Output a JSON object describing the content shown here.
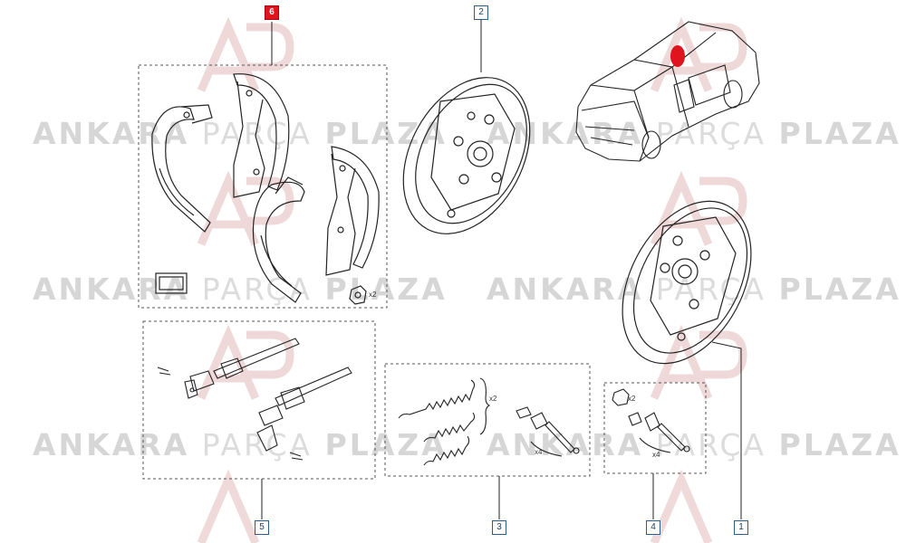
{
  "watermark": {
    "words": [
      "ANKARA",
      "PARÇA",
      "PLAZA"
    ],
    "logo_letters": "AP",
    "logo_color": "#e2c9c9"
  },
  "callouts": [
    {
      "id": "6",
      "label": "6",
      "selected": true
    },
    {
      "id": "2",
      "label": "2",
      "selected": false
    },
    {
      "id": "5",
      "label": "5",
      "selected": false
    },
    {
      "id": "3",
      "label": "3",
      "selected": false
    },
    {
      "id": "4",
      "label": "4",
      "selected": false
    },
    {
      "id": "1",
      "label": "1",
      "selected": false
    }
  ],
  "quantities": {
    "shoe_adjuster_nut": "x2",
    "springs": "x2",
    "pins_group3": "x4",
    "cup_group4": "x2",
    "pins_group4": "x4"
  },
  "colors": {
    "selected_callout": "#e0141e",
    "callout_border": "#2a5d8a",
    "line": "#222222",
    "dashed_box": "#555555"
  }
}
